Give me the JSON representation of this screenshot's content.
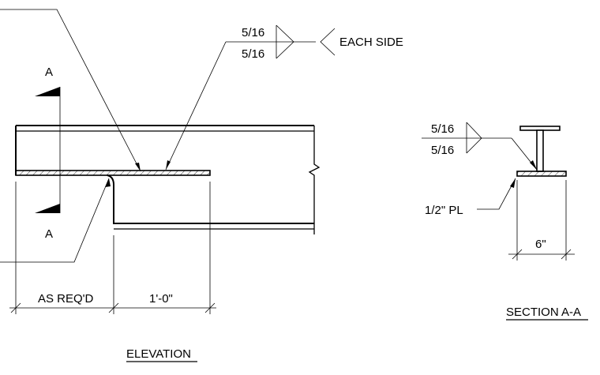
{
  "elevation": {
    "title": "ELEVATION",
    "section_mark": "A",
    "weld_top": "5/16",
    "weld_bottom": "5/16",
    "weld_note": "EACH SIDE",
    "dim_left": "AS REQ'D",
    "dim_right": "1'-0\""
  },
  "section": {
    "title": "SECTION A-A",
    "weld_top": "5/16",
    "weld_bottom": "5/16",
    "plate_label": "1/2\" PL",
    "dim_width": "6\""
  }
}
